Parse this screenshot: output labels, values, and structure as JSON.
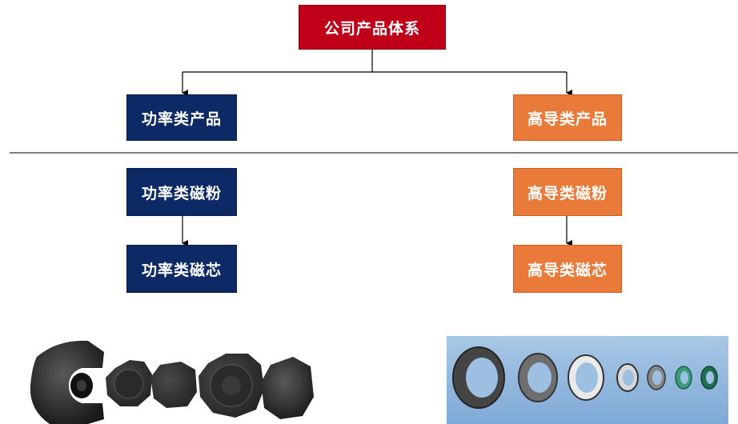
{
  "root": {
    "label": "公司产品体系"
  },
  "left": {
    "category": "功率类产品",
    "powder": "功率类磁粉",
    "core": "功率类磁芯"
  },
  "right": {
    "category": "高导类产品",
    "powder": "高导类磁粉",
    "core": "高导类磁芯"
  },
  "colors": {
    "root": "#c00018",
    "left": "#0d2a66",
    "right": "#ea7a3a"
  },
  "photos": {
    "left": "power-ferrite-cores-photo",
    "right": "high-permeability-toroid-cores-photo"
  }
}
